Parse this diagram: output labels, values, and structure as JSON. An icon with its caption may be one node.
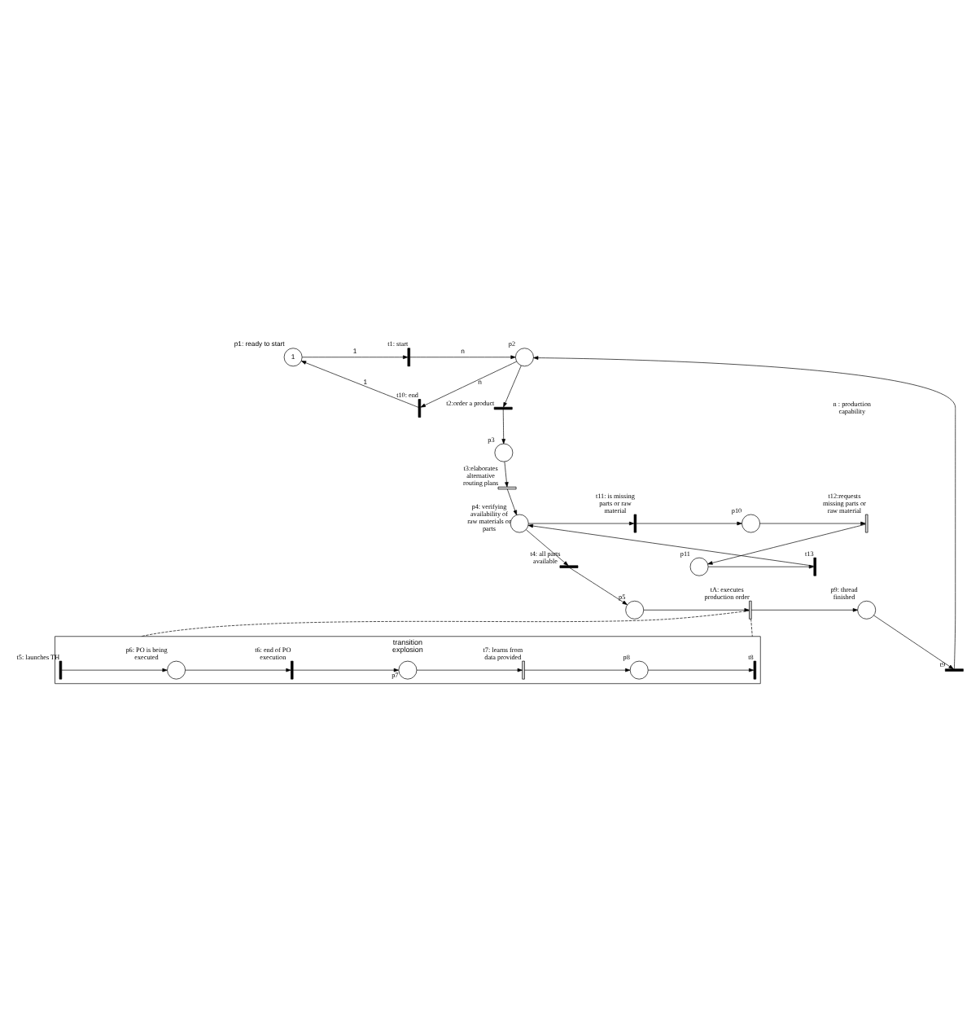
{
  "diagram": {
    "nodes": [
      {
        "text": [
          "1"
        ],
        "beside": [
          "p1: ready to start"
        ]
      },
      {
        "text": [],
        "shape": "bar",
        "beside": [
          "t1: start"
        ]
      },
      {
        "text": [],
        "shape": "circle",
        "beside": [
          "p2"
        ]
      },
      {
        "text": [],
        "shape": "bar",
        "beside": [
          "t10: end"
        ]
      },
      {
        "text": [],
        "shape": "bar",
        "beside": [
          "t2:order a product"
        ]
      },
      {
        "text": [],
        "shape": "circle",
        "beside": [
          "p3"
        ]
      },
      {
        "text": [],
        "shape": "circle",
        "beside": [
          "p11"
        ]
      },
      {
        "text": [],
        "shape": "bar",
        "beside": [
          "t13"
        ]
      },
      {
        "text": [],
        "shape": "bar",
        "beside": [
          "t3:elaborates alternative routing plans"
        ]
      },
      {
        "text": [],
        "shape": "bar",
        "beside": [
          "t9"
        ]
      },
      {
        "text": [],
        "shape": "circle",
        "beside": [
          "p10"
        ]
      },
      {
        "text": [],
        "shape": "circle",
        "beside": [
          "p4: verifying availability of raw materials or parts"
        ]
      },
      {
        "text": [],
        "shape": "bar",
        "beside": [
          "t12:requests missing parts or raw material"
        ]
      },
      {
        "text": [],
        "shape": "bar",
        "beside": [
          "t11: is missing parts or raw material"
        ]
      },
      {
        "text": [],
        "shape": "bar",
        "beside": [
          "t4: all parts available"
        ]
      },
      {
        "text": [],
        "shape": "bar",
        "beside": [
          "tA: executes production order"
        ]
      },
      {
        "text": [],
        "shape": "circle",
        "beside": [
          "p5"
        ]
      },
      {
        "text": [],
        "shape": "circle",
        "beside": [
          "p9: thread finished"
        ]
      },
      {
        "text": [
          "transition explosion"
        ]
      },
      {
        "text": [],
        "shape": "bar",
        "in": 18,
        "beside": [
          "t5: launches TH"
        ]
      },
      {
        "text": [],
        "shape": "circle",
        "in": 18,
        "beside": [
          "p6: PO is being executed"
        ]
      },
      {
        "text": [],
        "shape": "bar",
        "in": 18,
        "beside": [
          "t6: end of PO execution"
        ]
      },
      {
        "text": [],
        "shape": "circle",
        "in": 18,
        "beside": [
          "p7"
        ]
      },
      {
        "text": [],
        "shape": "bar",
        "in": 18,
        "beside": [
          "t7: learns from data provided"
        ]
      },
      {
        "text": [],
        "shape": "circle",
        "in": 18,
        "beside": [
          "p8"
        ]
      },
      {
        "text": [],
        "shape": "bar",
        "in": 18,
        "beside": [
          "t8"
        ]
      }
    ],
    "edges": [
      {
        "from": 0,
        "to": 1,
        "arrow": "to",
        "label": "1"
      },
      {
        "from": 1,
        "to": 2,
        "arrow": "to",
        "label": "n"
      },
      {
        "from": 2,
        "to": 3,
        "arrow": "to",
        "label": "n"
      },
      {
        "from": 3,
        "to": 0,
        "arrow": "to",
        "label": "1"
      },
      {
        "from": 2,
        "to": 4,
        "arrow": "to"
      },
      {
        "from": 4,
        "to": 5,
        "arrow": "to"
      },
      {
        "from": 5,
        "to": 8,
        "arrow": "to"
      },
      {
        "from": 8,
        "to": 11,
        "arrow": "to"
      },
      {
        "from": 6,
        "to": 7,
        "arrow": "to"
      },
      {
        "from": 7,
        "to": 11,
        "arrow": "to"
      },
      {
        "from": 11,
        "to": 13,
        "arrow": "to"
      },
      {
        "from": 13,
        "to": 10,
        "arrow": "to"
      },
      {
        "from": 10,
        "to": 12,
        "arrow": "to"
      },
      {
        "from": 12,
        "to": 6,
        "arrow": "to"
      },
      {
        "from": 11,
        "to": 14,
        "arrow": "to"
      },
      {
        "from": 14,
        "to": 16,
        "arrow": "to"
      },
      {
        "from": 16,
        "to": 15,
        "arrow": "to"
      },
      {
        "from": 15,
        "to": 17,
        "arrow": "to"
      },
      {
        "from": 17,
        "to": 9,
        "arrow": "to"
      },
      {
        "from": 9,
        "to": 2,
        "arrow": "to"
      },
      {
        "from": 15,
        "to": 18,
        "arrow": "none",
        "style": "dashed"
      },
      {
        "from": 15,
        "to": 18,
        "arrow": "none",
        "style": "dashed"
      },
      {
        "from": 19,
        "to": 20,
        "arrow": "to"
      },
      {
        "from": 20,
        "to": 21,
        "arrow": "to"
      },
      {
        "from": 21,
        "to": 22,
        "arrow": "to"
      },
      {
        "from": 22,
        "to": 23,
        "arrow": "to"
      },
      {
        "from": 23,
        "to": 24,
        "arrow": "to"
      },
      {
        "from": 24,
        "to": 25,
        "arrow": "to"
      }
    ],
    "labels": [
      "n : production capability"
    ]
  }
}
